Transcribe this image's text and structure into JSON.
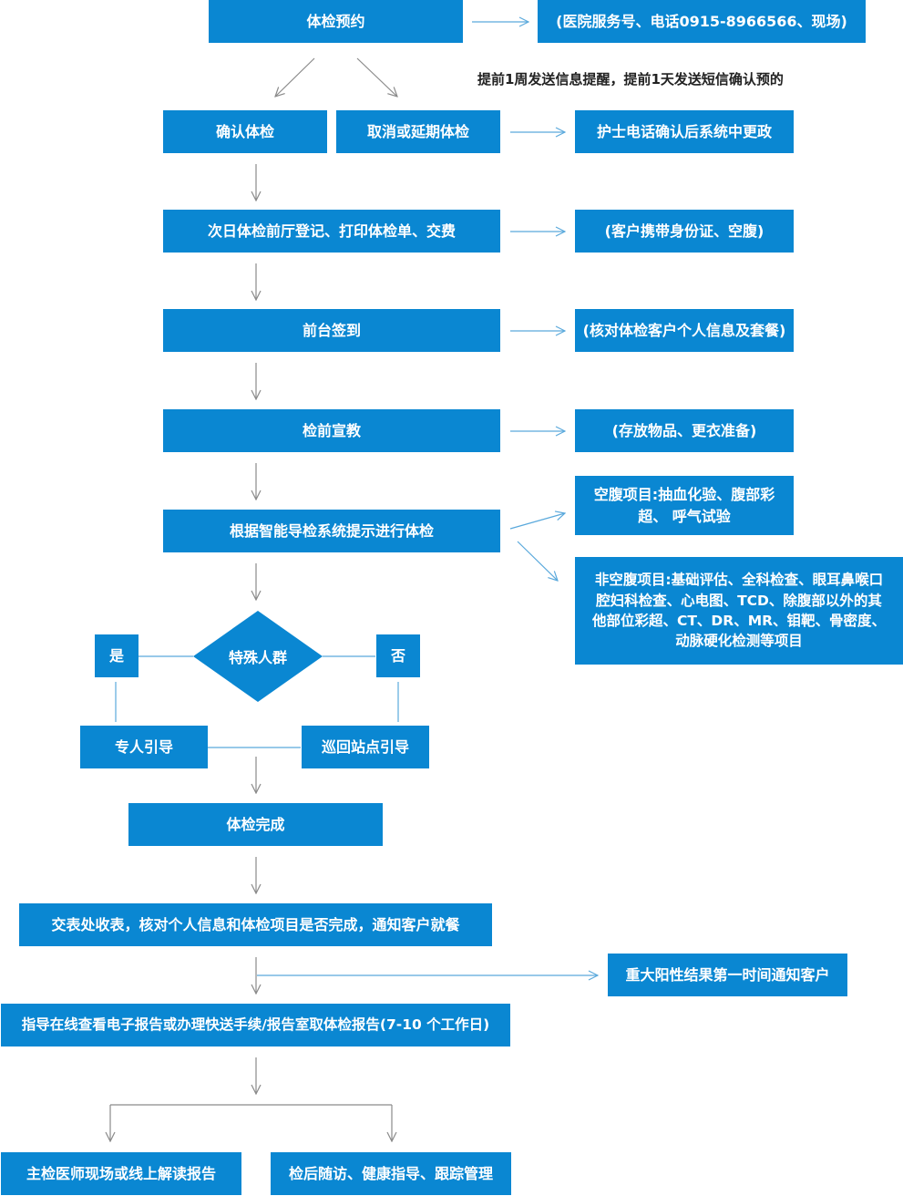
{
  "steps": {
    "appointment": "体检预约",
    "appointment_channels": "(医院服务号、电话0915-8966566、现场)",
    "reminder_note": "提前1周发送信息提醒，提前1天发送短信确认预的",
    "confirm": "确认体检",
    "cancel_or_delay": "取消或延期体检",
    "nurse_confirm": "护士电话确认后系统中更政",
    "next_day_register": "次日体检前厅登记、打印体检单、交费",
    "bring_id": "(客户携带身份证、空腹)",
    "front_desk_signin": "前台签到",
    "verify_info": "(核对体检客户个人信息及套餐)",
    "pre_exam_education": "检前宣教",
    "storage_prep": "(存放物品、更衣准备)",
    "smart_guide_exam": "根据智能导检系统提示进行体检",
    "fasting_items": "空腹项目:抽血化验、腹部彩超、 呼气试验",
    "non_fasting_items": "非空腹项目:基础评估、全科检查、眼耳鼻喉口腔妇科检查、心电图、TCD、除腹部以外的其他部位彩超、CT、DR、MR、钼靶、骨密度、动脉硬化检测等项目",
    "special_group": "特殊人群",
    "yes": "是",
    "no": "否",
    "dedicated_guide": "专人引导",
    "station_patrol_guide": "巡回站点引导",
    "exam_complete": "体检完成",
    "submit_form": "交表处收表，核对个人信息和体检项目是否完成，通知客户就餐",
    "major_positive_notify": "重大阳性结果第一时间通知客户",
    "report_guidance": "指导在线查看电子报告或办理快送手续/报告室取体检报告(7-10 个工作日)",
    "doctor_interpretation": "主检医师现场或线上解读报告",
    "followup": "检后随访、健康指导、跟踪管理"
  },
  "colors": {
    "box": "#0a87d2",
    "connector": "#5aa9dc",
    "arrow_gray": "#8a8a8a"
  }
}
